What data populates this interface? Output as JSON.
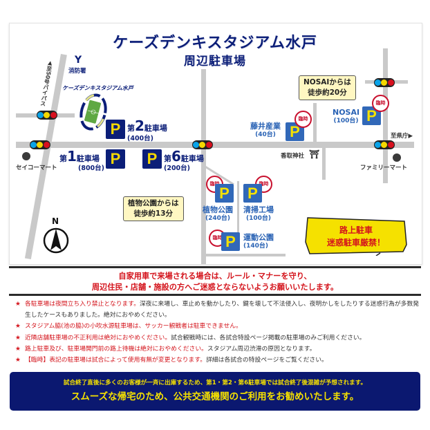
{
  "title": {
    "line1": "ケーズデンキスタジアム水戸",
    "line2": "周辺駐車場"
  },
  "map": {
    "road_label_bypass": "▲至50号バイパス",
    "fire_station": {
      "icon": "fire-station-icon",
      "glyph": "Y",
      "label": "消防署"
    },
    "stadium_label": "ケーズデンキスタジアム水戸",
    "parking_lots": [
      {
        "id": "lot1",
        "prefix": "第",
        "number": "1",
        "suffix": "駐車場",
        "capacity": "(800台)",
        "temporary": false
      },
      {
        "id": "lot2",
        "prefix": "第",
        "number": "2",
        "suffix": "駐車場",
        "capacity": "(400台)",
        "temporary": false
      },
      {
        "id": "lot6",
        "prefix": "第",
        "number": "6",
        "suffix": "駐車場",
        "capacity": "(200台)",
        "temporary": false
      },
      {
        "id": "fujii",
        "name": "藤井産業",
        "capacity": "(40台)",
        "temporary": true
      },
      {
        "id": "nosai",
        "name": "NOSAI",
        "capacity": "(100台)",
        "temporary": true
      },
      {
        "id": "botanical",
        "name": "植物公園",
        "capacity": "(240台)",
        "temporary": true
      },
      {
        "id": "cleaning",
        "name": "清掃工場",
        "capacity": "(100台)",
        "temporary": true
      },
      {
        "id": "sports-park",
        "name": "運動公園",
        "capacity": "(140台)",
        "temporary": true
      }
    ],
    "parking_glyph": "P",
    "temporary_badge": "臨時",
    "callouts": {
      "nosai": {
        "line1": "NOSAIからは",
        "line2": "徒歩約20分"
      },
      "botanical": {
        "line1": "植物公園からは",
        "line2": "徒歩約13分"
      }
    },
    "landmarks": {
      "seicomart": "セイコーマート",
      "familymart": "ファミリーマート",
      "katori_shrine": "香取神社",
      "prefectural_office": "至県庁▶"
    },
    "compass_label": "N",
    "warning": {
      "line1": "路上駐車",
      "line2": "迷惑駐車厳禁！"
    }
  },
  "notice": {
    "headline_line1": "自家用車で来場される場合は、ルール・マナーを守り、",
    "headline_line2": "周辺住民・店舗・施設の方へご迷惑とならないようお願いいたします。",
    "star": "★",
    "items": [
      {
        "red": "各駐車場は夜間立ち入り禁止となります。",
        "black": "深夜に来場し、車止めを動かしたり、鍵を壊して不法侵入し、夜明かしをしたりする迷惑行為が多数発生したケースもありました。絶対におやめください。"
      },
      {
        "red": "スタジアム脇(池の脇)の小吹水源駐車場は、サッカー観戦者は駐車できません。",
        "black": ""
      },
      {
        "red": "近隣店舗駐車場の不正利用は絶対におやめください。",
        "black": "試合観戦時には、各試合特設ページ掲載の駐車場のみご利用ください。"
      },
      {
        "red": "路上駐車及び、駐車場開門前の路上待機は絶対におやめください。",
        "black": "スタジアム周辺渋滞の原因となります。"
      },
      {
        "red": "【臨時】表記の駐車場は試合によって使用有無が変更となります。",
        "black": "詳細は各試合の特設ページをご覧ください。"
      }
    ]
  },
  "banner": {
    "line1": "試合終了直後に多くのお客様が一斉に出庫するため、第1・第2・第6駐車場では試合終了後混雑が予想されます。",
    "line2": "スムーズな帰宅のため、公共交通機関のご利用をお勧めいたします。"
  },
  "colors": {
    "navy": "#0b1e78",
    "parking_blue": "#3168b8",
    "parking_yellow": "#f5d800",
    "alert_red": "#d4141c",
    "callout_bg": "#fff7c2",
    "road_gray": "#c9c9c9",
    "banner_bg": "#0b1870"
  }
}
